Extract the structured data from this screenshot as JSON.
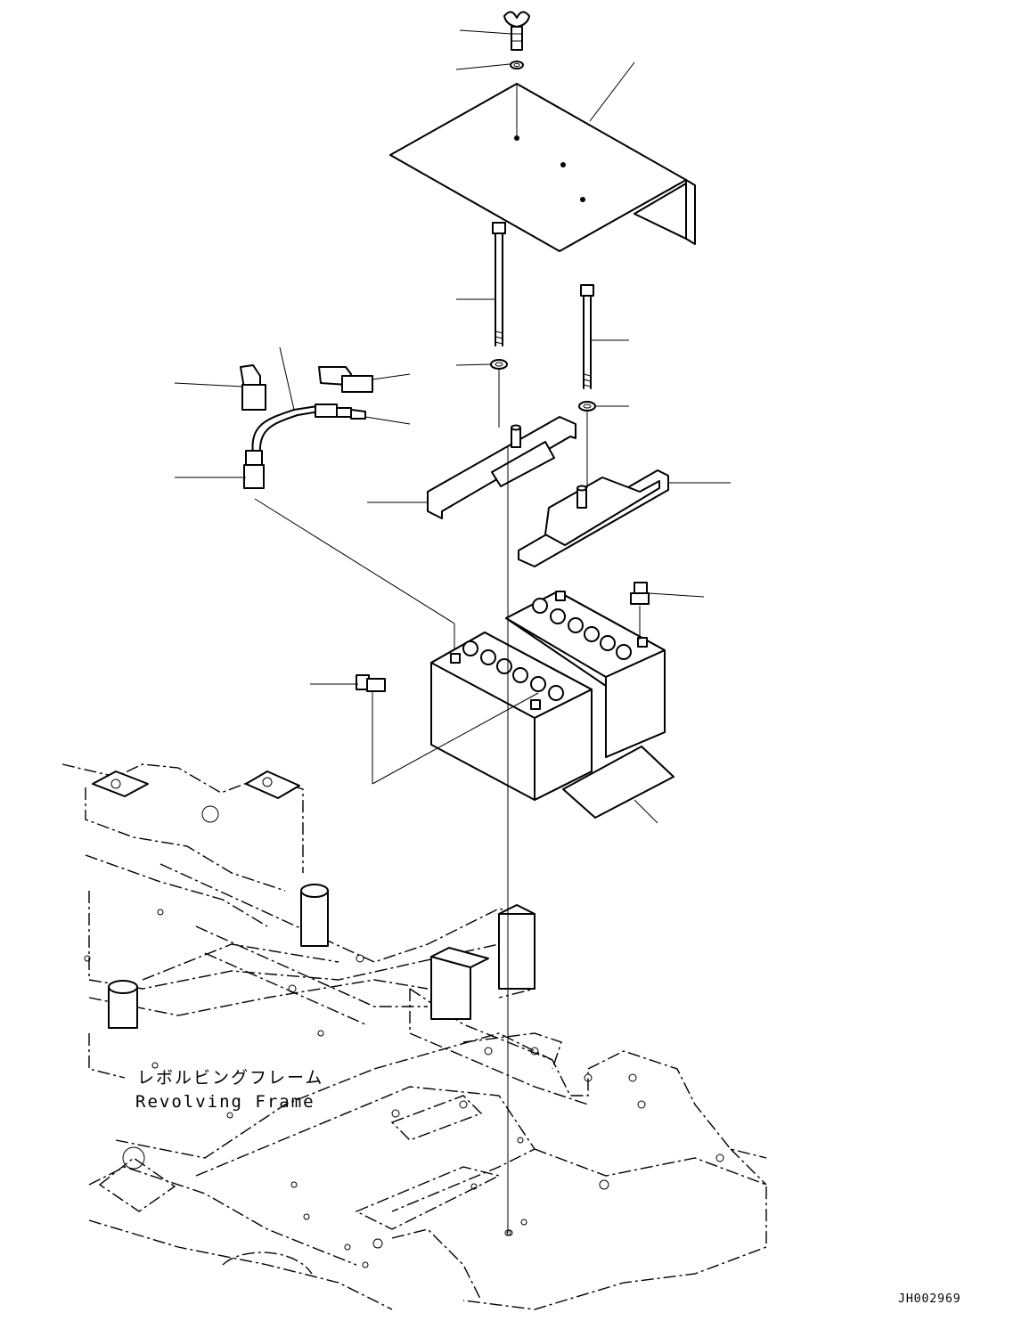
{
  "labels": {
    "frame_jp": "レボルビングフレーム",
    "frame_en": "Revolving Frame",
    "drawing_code": "JH002969"
  }
}
